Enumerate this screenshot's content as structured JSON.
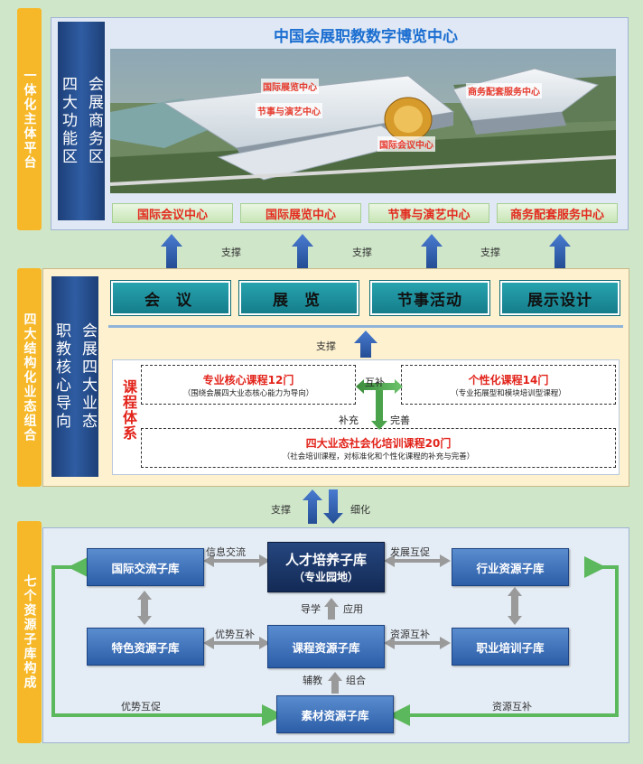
{
  "colors": {
    "page_bg": "#cfe6c9",
    "orange": "#f6b829",
    "navy": "#1d3f78",
    "teal": "#1a8d99",
    "red": "#e32b1f",
    "green_arrow": "#5cb85c",
    "blue_box": "#2c5ea8"
  },
  "top": {
    "side_label": "一体化主体平台",
    "navy_col_1": "四大功能区",
    "navy_col_2": "会展商务区",
    "title": "中国会展职教数字博览中心",
    "photo_labels": [
      "国际展览中心",
      "节事与演艺中心",
      "商务配套服务中心",
      "国际会议中心"
    ],
    "bottom_labels": [
      "国际会议中心",
      "国际展览中心",
      "节事与演艺中心",
      "商务配套服务中心"
    ]
  },
  "support_labels": [
    "支撑",
    "支撑",
    "支撑"
  ],
  "mid": {
    "side_label": "四大结构化业态组合",
    "navy_col_1": "职教核心导向",
    "navy_col_2": "会展四大业态",
    "buttons": [
      "会  议",
      "展  览",
      "节事活动",
      "展示设计"
    ],
    "support": "支撑",
    "curriculum_label": "课程体系",
    "core_title": "专业核心课程12门",
    "core_sub": "（围绕会展四大业态核心能力为导向）",
    "mutual": "互补",
    "personal_title": "个性化课程14门",
    "personal_sub": "（专业拓展型和模块培训型课程）",
    "supplement": "补充",
    "improve": "完善",
    "social_title": "四大业态社会化培训课程20门",
    "social_sub": "（社会培训课程，对标准化和个性化课程的补充与完善）"
  },
  "between": {
    "support": "支撑",
    "refine": "细化"
  },
  "bottom": {
    "side_label": "七个资源子库构成",
    "center_title": "人才培养子库",
    "center_sub": "（专业园地）",
    "intl": "国际交流子库",
    "industry": "行业资源子库",
    "special": "特色资源子库",
    "course": "课程资源子库",
    "training": "职业培训子库",
    "material": "素材资源子库",
    "info_exchange": "信息交流",
    "develop": "发展互促",
    "guide": "导学",
    "apply": "应用",
    "adv_comp": "优势互补",
    "res_comp": "资源互补",
    "assist": "辅教",
    "combine": "组合",
    "adv_promote": "优势互促",
    "res_comp2": "资源互补"
  }
}
